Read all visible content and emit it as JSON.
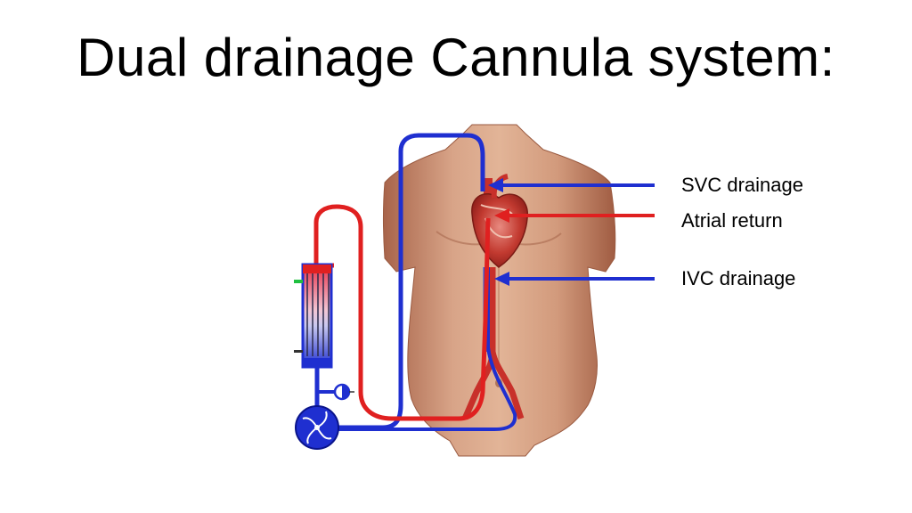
{
  "slide": {
    "title": "Dual drainage Cannula system:"
  },
  "labels": {
    "svc": "SVC drainage",
    "atrial": "Atrial return",
    "ivc": "IVC drainage"
  },
  "colors": {
    "drainage": "#1f2fd0",
    "return": "#e02020",
    "skin": "#c98a6c"
  }
}
